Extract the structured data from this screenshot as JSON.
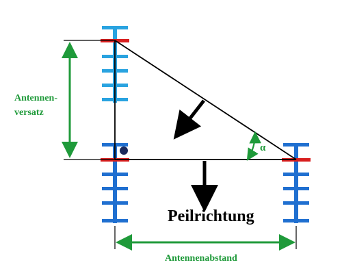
{
  "labels": {
    "antenna_offset_line1": "Antennen-",
    "antenna_offset_line2": "versatz",
    "bearing_direction": "Peilrichtung",
    "antenna_spacing": "Antennenabstand",
    "angle_symbol": "α"
  },
  "colors": {
    "antenna_upper_light": "#29a3e0",
    "antenna_blue": "#1f6fd0",
    "feed_point_red": "#d81e1e",
    "dimension_green": "#1f9a3a",
    "line_black": "#000000",
    "center_dot": "#1b2a5c"
  },
  "icons": {
    "antenna_left_upper": "yagi-antenna-light-blue",
    "antenna_left_lower": "yagi-antenna-blue",
    "antenna_right": "yagi-antenna-blue",
    "center_marker": "filled-circle-dot"
  }
}
